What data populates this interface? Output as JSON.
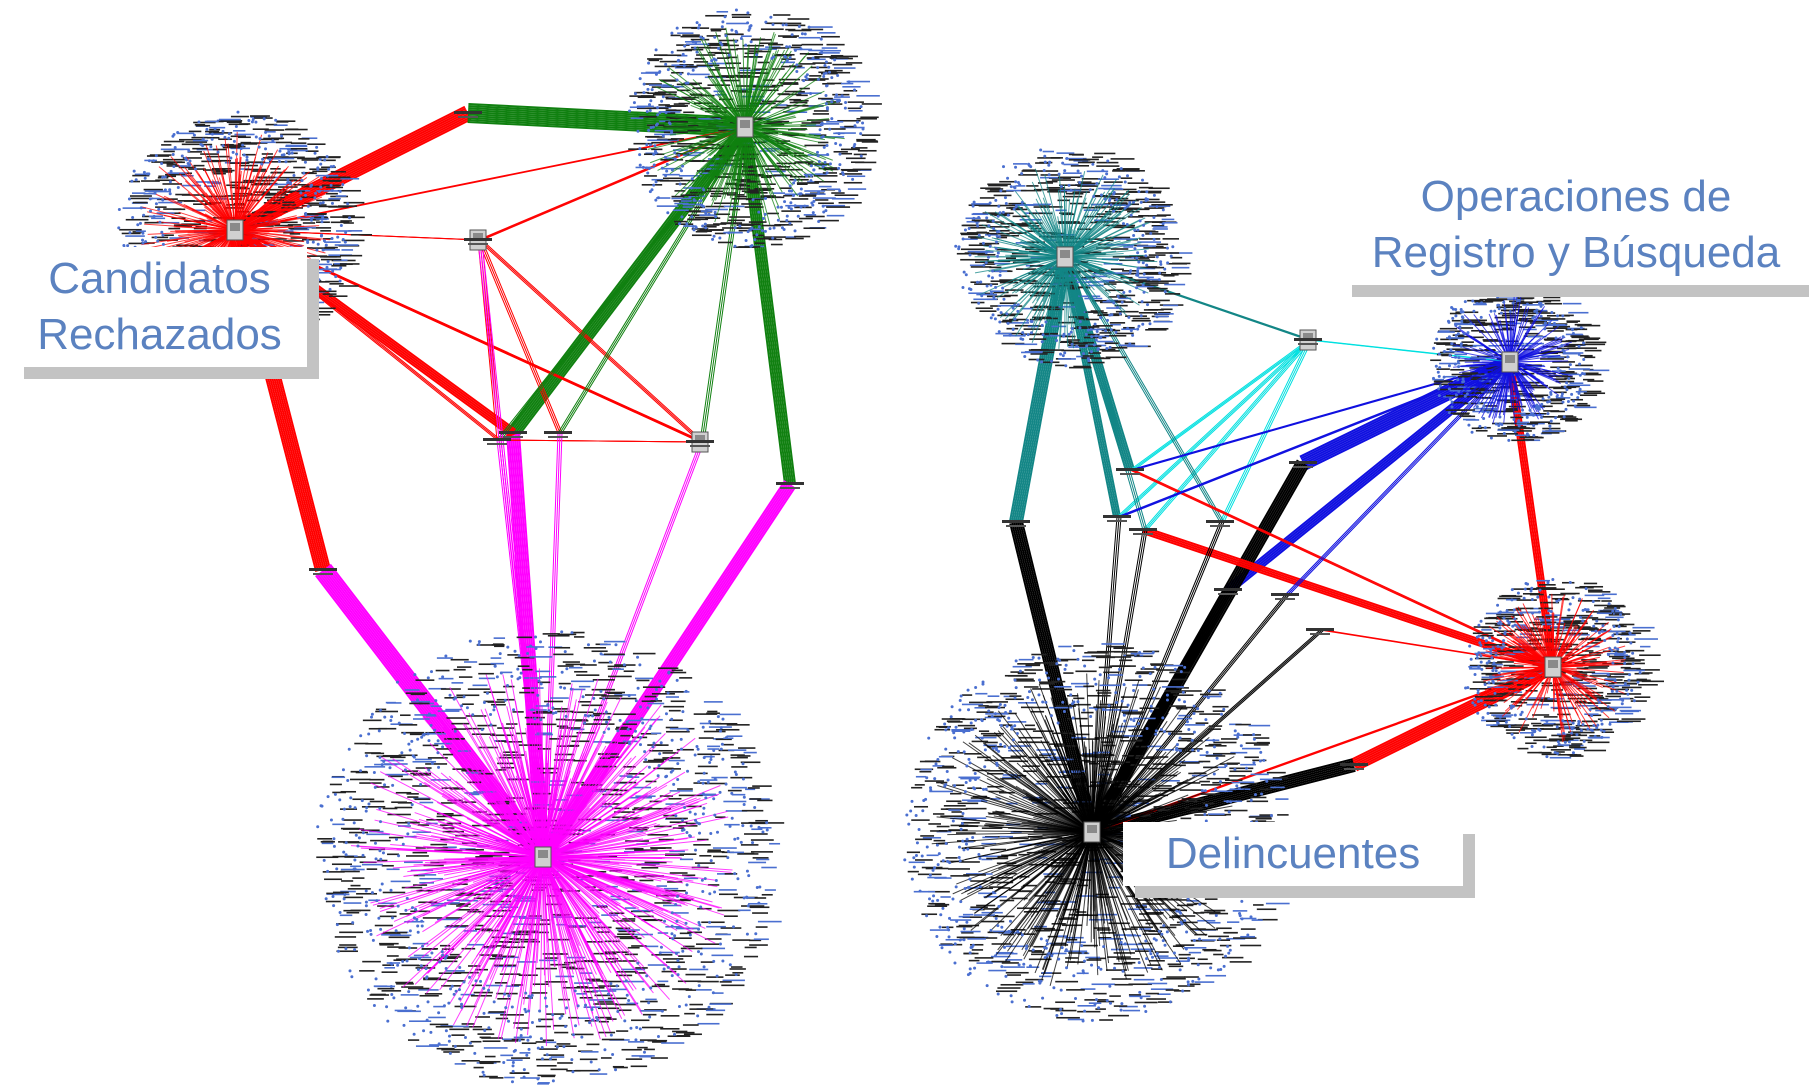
{
  "labels": {
    "candidatos": "Candidatos\nRechazados",
    "operaciones": "Operaciones de\nRegistro y Búsqueda",
    "delincuentes": "Delincuentes"
  },
  "colors": {
    "red": "#ff0000",
    "green": "#108010",
    "magenta": "#ff00ff",
    "teal": "#138686",
    "cyan": "#00e0e0",
    "blue": "#1010e0",
    "black": "#000000",
    "node_blue": "#4a6fd0",
    "label_text": "#5b82c0",
    "label_shadow": "#c3c3c3"
  },
  "clusters": [
    {
      "id": "candidatos",
      "color": "red"
    },
    {
      "id": "green-cluster",
      "color": "green"
    },
    {
      "id": "magenta-cluster",
      "color": "magenta"
    },
    {
      "id": "teal-cluster",
      "color": "teal"
    },
    {
      "id": "blue-cluster",
      "color": "blue"
    },
    {
      "id": "red-right-cluster",
      "color": "red"
    },
    {
      "id": "delincuentes",
      "color": "black"
    }
  ]
}
